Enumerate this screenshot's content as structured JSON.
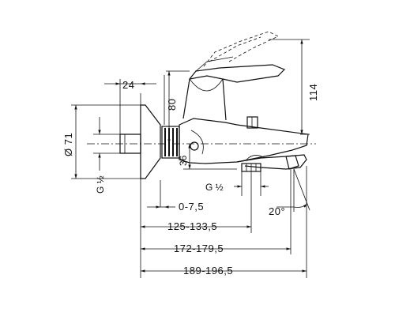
{
  "dimensions": {
    "d24": "24",
    "d80": "80",
    "d114": "114",
    "d71": "Ø 71",
    "g_left": "G ½",
    "g_bottom": "G ½",
    "d36": "36",
    "d0_75": "0-7,5",
    "d20deg": "20°",
    "d125": "125-133,5",
    "d172": "172-179,5",
    "d189": "189-196,5"
  }
}
